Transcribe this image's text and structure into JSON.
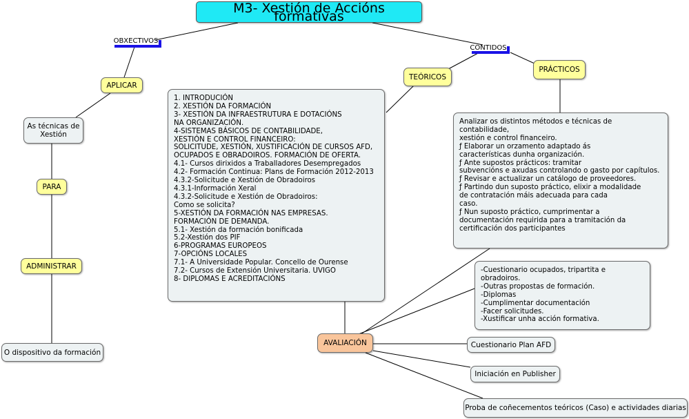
{
  "title": "M3- Xestión de Accións formativas",
  "nodes": {
    "obxectivos": "OBXECTIVOS",
    "contidos": "CONTIDOS",
    "aplicar": "APLICAR",
    "tecnicas": "As técnicas de\nXestión",
    "para": "PARA",
    "administrar": "ADMINISTRAR",
    "dispositivo": "O dispositivo da formación",
    "teoricos": "TEÓRICOS",
    "practicos": "PRÁCTICOS",
    "teoricos_content": "1. INTRODUCIÓN\n2. XESTIÓN DA FORMACIÓN\n3- XESTIÓN DA INFRAESTRUTURA E DOTACIÓNS\n NA ORGANIZACIÓN.\n4-SISTEMAS BÁSICOS DE CONTABILIDADE,\nXESTIÓN E CONTROL FINANCEIRO:\nSOLICITUDE, XESTIÓN, XUSTIFICACIÓN DE CURSOS AFD,\nOCUPADOS  E OBRADOIROS. FORMACIÓN DE OFERTA.\n4.1- Cursos dirixidos a Traballadores Desempregados\n4.2- Formación Continua: Plans de Formación 2012-2013\n4.3.2-Solicitude e Xestión de Obradoiros\n4.3.1-Información Xeral\n4.3.2-Solicitude e Xestión de Obradoiros:\nComo se solicita?\n5-XESTIÓN DA FORMACIÓN NAS EMPRESAS.\nFORMACIÓN DE DEMANDA.\n5.1- Xestión da formación bonificada\n5.2-Xestión dos PIF\n6-PROGRAMAS EUROPEOS\n7-OPCIÓNS LOCALES\n7.1- A Universidade Popular. Concello de Ourense\n7.2- Cursos de Extensión Universitaria. UVIGO\n8- DIPLOMAS E ACREDITACIÓNS",
    "practicos_content": "Analizar os distintos métodos e técnicas de contabilidade,\nxestión e control financeiro.\nƒ Elaborar un orzamento adaptado ás\ncaracterísticas dunha organización.\nƒ Ante supostos prácticos: tramitar\nsubvencións e axudas controlando o gasto por capítulos.\nƒ Revisar e actualizar un catálogo de proveedores.\nƒ Partindo dun suposto práctico, elixir a modalidade\nde contratación máis adecuada para cada\ncaso.\nƒ Nun suposto práctico, cumprimentar a\ndocumentación requirida para a tramitación da\ncertificación dos participantes",
    "avaliacion": "AVALIACIÓN",
    "avaliacion_list": "-Cuestionario ocupados, tripartita e obradoiros.\n-Outras propostas de formación.\n-Diplomas\n-Cumplimentar documentación\n-Facer solicitudes.\n-Xustificar unha acción formativa.",
    "cuestionario": "Cuestionario Plan AFD",
    "publisher": "Iniciación en Publisher",
    "proba": "Proba de coñecementos teóricos  (Caso) e actividades diarias"
  },
  "colors": {
    "title": "#1fe9f5",
    "concept_yellow": "#ffff9c",
    "concept_grey": "#edf2f3",
    "concept_peach": "#f9c59b",
    "underline": "#1a12e6"
  }
}
